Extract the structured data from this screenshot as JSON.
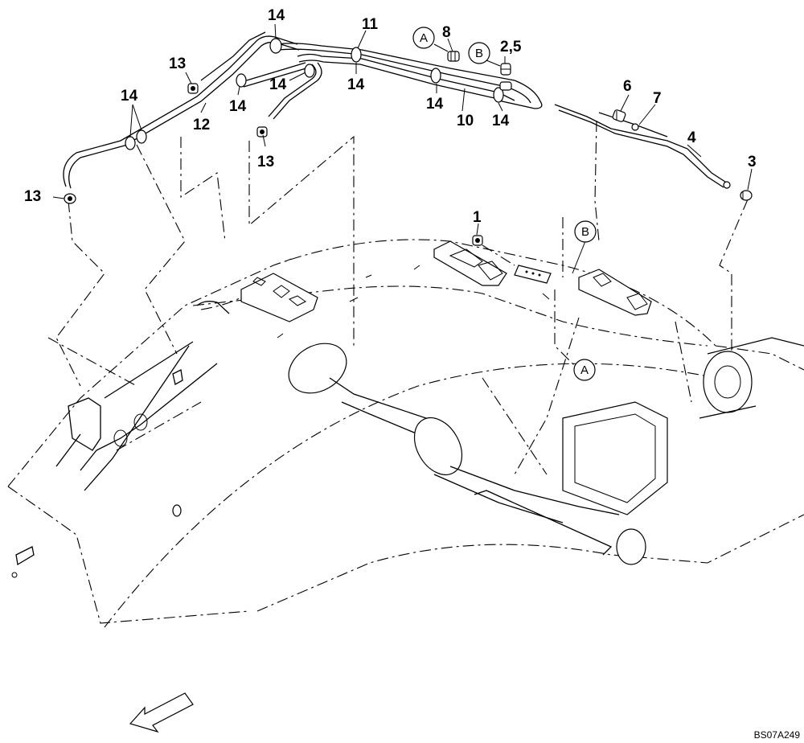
{
  "diagram": {
    "drawing_code": "BS07A249",
    "callouts": [
      {
        "id": "c1",
        "text": "1"
      },
      {
        "id": "c25",
        "text": "2,5"
      },
      {
        "id": "c3",
        "text": "3"
      },
      {
        "id": "c4",
        "text": "4"
      },
      {
        "id": "c6",
        "text": "6"
      },
      {
        "id": "c7",
        "text": "7"
      },
      {
        "id": "c8",
        "text": "8"
      },
      {
        "id": "c10",
        "text": "10"
      },
      {
        "id": "c11",
        "text": "11"
      },
      {
        "id": "c12",
        "text": "12"
      },
      {
        "id": "c13a",
        "text": "13"
      },
      {
        "id": "c13b",
        "text": "13"
      },
      {
        "id": "c13c",
        "text": "13"
      },
      {
        "id": "c14a",
        "text": "14"
      },
      {
        "id": "c14b",
        "text": "14"
      },
      {
        "id": "c14c",
        "text": "14"
      },
      {
        "id": "c14d",
        "text": "14"
      },
      {
        "id": "c14e",
        "text": "14"
      },
      {
        "id": "c14f",
        "text": "14"
      },
      {
        "id": "c14g",
        "text": "14"
      }
    ],
    "reference_markers": [
      {
        "id": "A_top",
        "text": "A"
      },
      {
        "id": "B_top",
        "text": "B"
      },
      {
        "id": "B_mid",
        "text": "B"
      },
      {
        "id": "A_low",
        "text": "A"
      }
    ]
  }
}
